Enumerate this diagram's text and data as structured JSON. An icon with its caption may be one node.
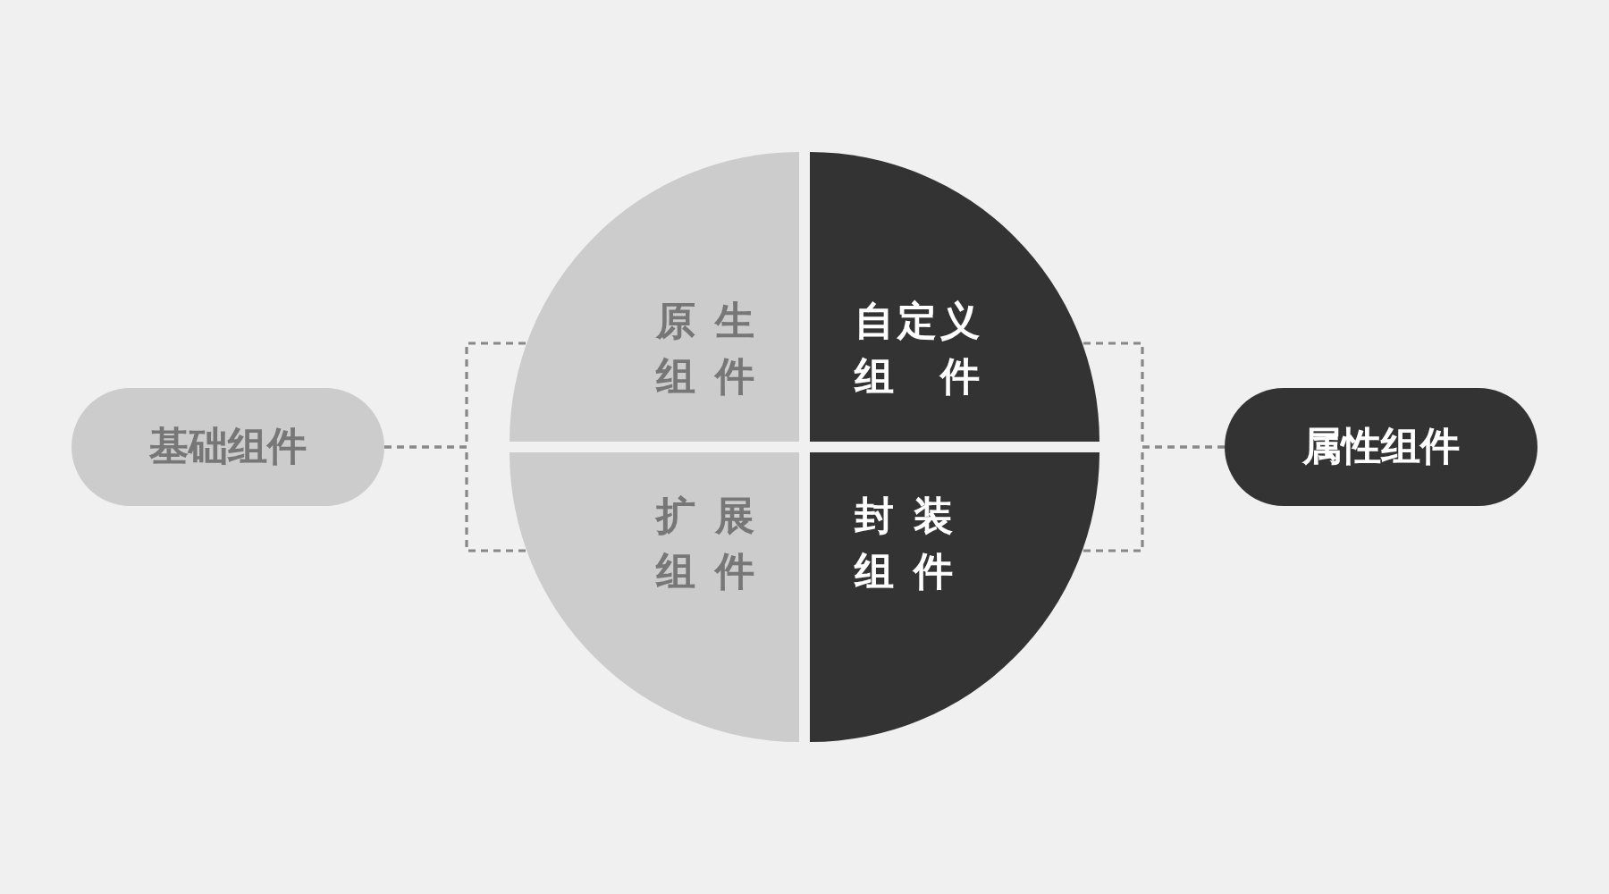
{
  "diagram": {
    "nodes": [
      {
        "text": [
          "基础组件"
        ]
      },
      {
        "text": [
          "原生组件"
        ]
      },
      {
        "text": [
          "自定义组件"
        ]
      },
      {
        "text": [
          "扩展组件"
        ]
      },
      {
        "text": [
          "封装组件"
        ]
      },
      {
        "text": [
          "属性组件"
        ]
      }
    ],
    "edges": [
      {
        "from": 0,
        "to": 1,
        "arrow": "none",
        "style": "dashed"
      },
      {
        "from": 0,
        "to": 3,
        "arrow": "none",
        "style": "dashed"
      },
      {
        "from": 5,
        "to": 2,
        "arrow": "none",
        "style": "dashed"
      },
      {
        "from": 5,
        "to": 4,
        "arrow": "none",
        "style": "dashed"
      }
    ]
  }
}
